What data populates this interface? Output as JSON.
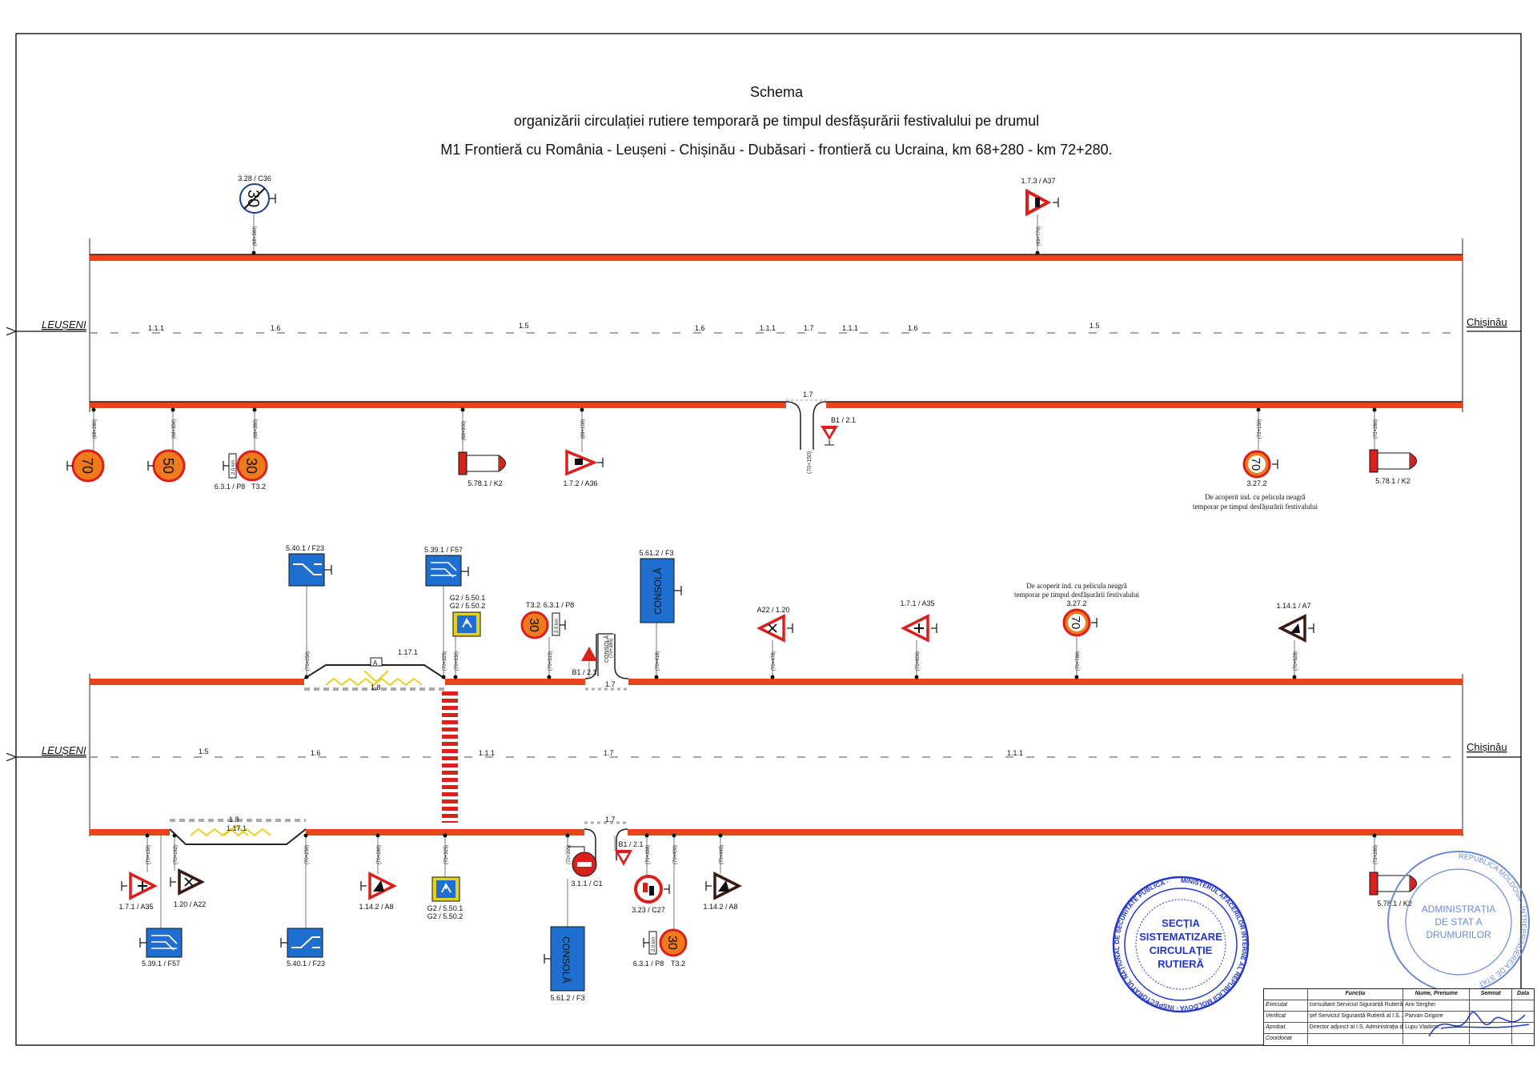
{
  "title": {
    "line1": "Schema",
    "line2": "organizării circulației rutiere temporară pe timpul desfășurării festivalului pe drumul",
    "line3": "M1 Frontieră cu România - Leușeni - Chișinău - Dubăsari - frontieră cu Ucraina, km 68+280 - km 72+280."
  },
  "directions": {
    "west": "LEUȘENI",
    "east": "Chișinău"
  },
  "colors": {
    "curb": "#e8451f",
    "curb_dark": "#3a1a14",
    "sign_red": "#d8201c",
    "sign_blue": "#1f6fd0",
    "sign_orange": "#f07a1c",
    "marking_yellow": "#e8d021",
    "text": "#111111"
  },
  "road1": {
    "marking_labels": [
      "1.1.1",
      "1.6",
      "1.5",
      "1.6",
      "1.1.1",
      "1.7",
      "1.1.1",
      "1.6",
      "1.5"
    ],
    "junction_label": "1.7",
    "junction_km": "(70+150)",
    "top_signs": [
      {
        "code": "3.28 / C36",
        "symbol": "30",
        "km": "(68+380)",
        "icon": "end-limit-30-icon"
      },
      {
        "code": "1.7.3 / A37",
        "km": "(69+770)",
        "icon": "warning-junction-icon"
      }
    ],
    "bottom_signs": [
      {
        "code": "",
        "symbol": "70",
        "km": "(68+280)",
        "icon": "speed-limit-70-icon"
      },
      {
        "code": "",
        "symbol": "50",
        "km": "(68+350)",
        "icon": "speed-limit-50-icon"
      },
      {
        "code": "6.3.1 / P8",
        "code2": "T3.2",
        "symbol": "30",
        "plate": "2.0 km",
        "km": "(68+380)",
        "icon": "speed-limit-30-icon"
      },
      {
        "code": "5.78.1 / K2",
        "km": "(68+900)",
        "icon": "barrier-light-icon"
      },
      {
        "code": "1.7.2 / A36",
        "km": "(69+100)",
        "icon": "warning-side-road-icon"
      },
      {
        "code": "B1 / 2.1",
        "km": "",
        "icon": "yield-icon"
      },
      {
        "code": "3.27.2",
        "symbol": "70",
        "km": "(72+150)",
        "note1": "De acoperit ind. cu pelicula neagră",
        "note2": "temporar pe timpul desfășurării festivalului",
        "icon": "speed-limit-70-covered-icon"
      },
      {
        "code": "5.78.1 / K2",
        "km": "(72+280)",
        "icon": "barrier-light-icon"
      }
    ]
  },
  "road2": {
    "marking_labels_top": [
      "1.8",
      "1.17.1",
      "1.7"
    ],
    "center_labels": [
      "1.5",
      "1.6",
      "1.1.1",
      "1.7",
      "1.1.1"
    ],
    "marking_labels_bottom": [
      "1.8",
      "1.17.1",
      "1.7"
    ],
    "top_signs": [
      {
        "code": "5.40.1 / F23",
        "km": "(70+250)",
        "icon": "lane-shift-icon"
      },
      {
        "code": "5.39.1 / F57",
        "km": "(70+325)",
        "icon": "lane-merge-icon"
      },
      {
        "code": "G2 / 5.50.1",
        "code2": "G2 / 5.50.2",
        "km": "(70+330)",
        "icon": "pedestrian-crossing-icon"
      },
      {
        "code": "T3.2",
        "code2": "6.3.1 / P8",
        "symbol": "30",
        "plate": "2.0 km",
        "km": "(70+315)",
        "icon": "speed-limit-30-icon"
      },
      {
        "code": "B1 / 2.1",
        "icon": "yield-icon"
      },
      {
        "code": "CONSOLĂ",
        "km": "(70+385)",
        "icon": "console-post-icon"
      },
      {
        "code": "5.61.2 / F3",
        "panel": "CONSOLĂ",
        "km": "(70+418)",
        "icon": "console-panel-icon"
      },
      {
        "code": "A22 / 1.20",
        "km": "(70+478)",
        "icon": "warning-road-narrows-icon"
      },
      {
        "code": "1.7.1 / A35",
        "km": "(70+600)",
        "icon": "warning-crossroad-icon"
      },
      {
        "code": "3.27.2",
        "symbol": "70",
        "km": "(70+786)",
        "note1": "De acoperit ind. cu pelicula neagră",
        "note2": "temporar pe timpul desfășurării festivalului",
        "icon": "speed-limit-70-covered-icon"
      },
      {
        "code": "1.14.1 / A7",
        "km": "(70+928)",
        "icon": "warning-hill-icon"
      }
    ],
    "bottom_signs": [
      {
        "code": "1.7.1 / A35",
        "km": "(70+150)",
        "icon": "warning-crossroad-icon"
      },
      {
        "code": "5.39.1 / F57",
        "icon": "lane-merge-icon"
      },
      {
        "code": "1.20 / A22",
        "km": "(70+162)",
        "icon": "warning-road-narrows-icon"
      },
      {
        "code": "5.40.1 / F23",
        "km": "(70+250)",
        "icon": "lane-shift-icon"
      },
      {
        "code": "1.14.2 / A8",
        "km": "(70+280)",
        "icon": "warning-descent-icon"
      },
      {
        "code": "G2 / 5.50.1",
        "code2": "G2 / 5.50.2",
        "km": "(70+325)",
        "icon": "pedestrian-crossing-icon"
      },
      {
        "code": "3.1.1 / C1",
        "km": "(70+395)",
        "icon": "no-entry-icon"
      },
      {
        "code": "5.61.2 / F3",
        "panel": "CONSOLĂ",
        "icon": "console-panel-icon"
      },
      {
        "code": "B1 / 2.1",
        "icon": "yield-icon"
      },
      {
        "code": "3.23 / C27",
        "km": "(70+398)",
        "icon": "no-overtaking-icon"
      },
      {
        "code": "6.3.1 / P8",
        "code2": "T3.2",
        "symbol": "30",
        "plate": "2.0 km",
        "km": "(70+400)",
        "icon": "speed-limit-30-icon"
      },
      {
        "code": "1.14.2 / A8",
        "km": "(70+440)",
        "icon": "warning-descent-icon"
      },
      {
        "code": "5.78.1 / K2",
        "km": "(72+280)",
        "icon": "barrier-light-icon"
      }
    ]
  },
  "stamps": {
    "left": {
      "ring": "MINISTERUL AFACERILOR INTERNE AL REPUBLICII MOLDOVA · INSPECTORATUL NAȚIONAL DE SECURITATE PUBLICĂ ·",
      "center": [
        "SECȚIA",
        "SISTEMATIZARE",
        "CIRCULAȚIE",
        "RUTIERĂ"
      ]
    },
    "right": {
      "ring": "REPUBLICA MOLDOVA · ÎNTREPRINDEREA DE STAT ·",
      "center": [
        "ADMINISTRAȚIA",
        "DE STAT A",
        "DRUMURILOR"
      ]
    }
  },
  "title_block": {
    "headers": [
      "",
      "Funcția",
      "Nume, Prenume",
      "Semnat",
      "Data"
    ],
    "rows": [
      [
        "Executat",
        "consultant Serviciul Siguranță Rutieră al I.S. Administrația de Stat a Drumurilor",
        "Anii Serghei",
        "",
        ""
      ],
      [
        "Verificat",
        "șef Serviciul Siguranță Rutieră al I.S. Administrația de Stat a Drumurilor",
        "Parvan Grigore",
        "",
        ""
      ],
      [
        "Aprobat",
        "Director adjunct al I.S. Administrația de Stat a Drumurilor",
        "Lupu Vladimir",
        "",
        ""
      ],
      [
        "Coordonat",
        "",
        "",
        "",
        ""
      ]
    ]
  }
}
